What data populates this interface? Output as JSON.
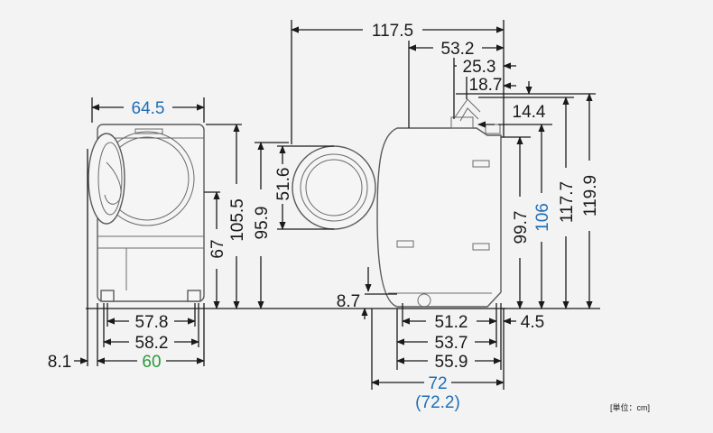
{
  "colors": {
    "text": "#1a1a1a",
    "accent_blue": "#1f6fb5",
    "accent_green": "#2a9a3a",
    "background": "#f3f3f3"
  },
  "unit_note": "[単位：cm]",
  "front_view": {
    "width_top": "64.5",
    "height_door": "67",
    "height_body": "105.5",
    "height_total": "95.9",
    "base_inner": "57.8",
    "base_outer": "58.2",
    "base_total": "60",
    "door_offset": "8.1"
  },
  "door_diameter": "51.6",
  "side_view": {
    "depth_total": "117.5",
    "top_a": "53.2",
    "top_b": "25.3",
    "top_c": "18.7",
    "top_d": "14.4",
    "height_99": "99.7",
    "height_106": "106",
    "height_117": "117.7",
    "height_119": "119.9",
    "foot_clearance": "8.7",
    "base_51": "51.2",
    "base_53": "53.7",
    "base_55": "55.9",
    "base_offset": "4.5",
    "depth_72": "72",
    "depth_72_alt": "(72.2)"
  }
}
